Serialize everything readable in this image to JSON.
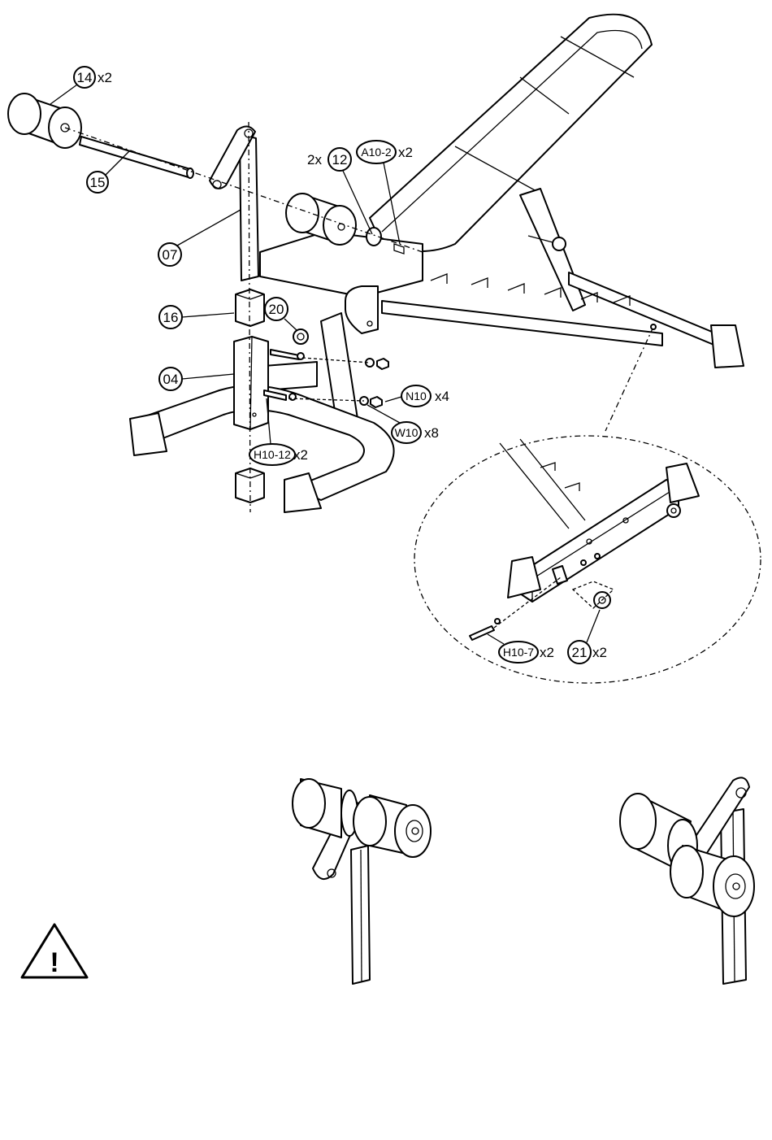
{
  "callouts": {
    "p14": "14",
    "p14_qty": "x2",
    "p15": "15",
    "p07": "07",
    "p12_prefix": "2x",
    "p12": "12",
    "a10": "A10-2",
    "a10_qty": "x2",
    "p16": "16",
    "p20": "20",
    "p04": "04",
    "n10": "N10",
    "n10_qty": "x4",
    "w10": "W10",
    "w10_qty": "x8",
    "h1012": "H10-12",
    "h1012_qty": "x2",
    "h107": "H10-7",
    "h107_qty": "x2",
    "p21": "21",
    "p21_qty": "x2"
  },
  "warning": {
    "symbol": "!"
  }
}
